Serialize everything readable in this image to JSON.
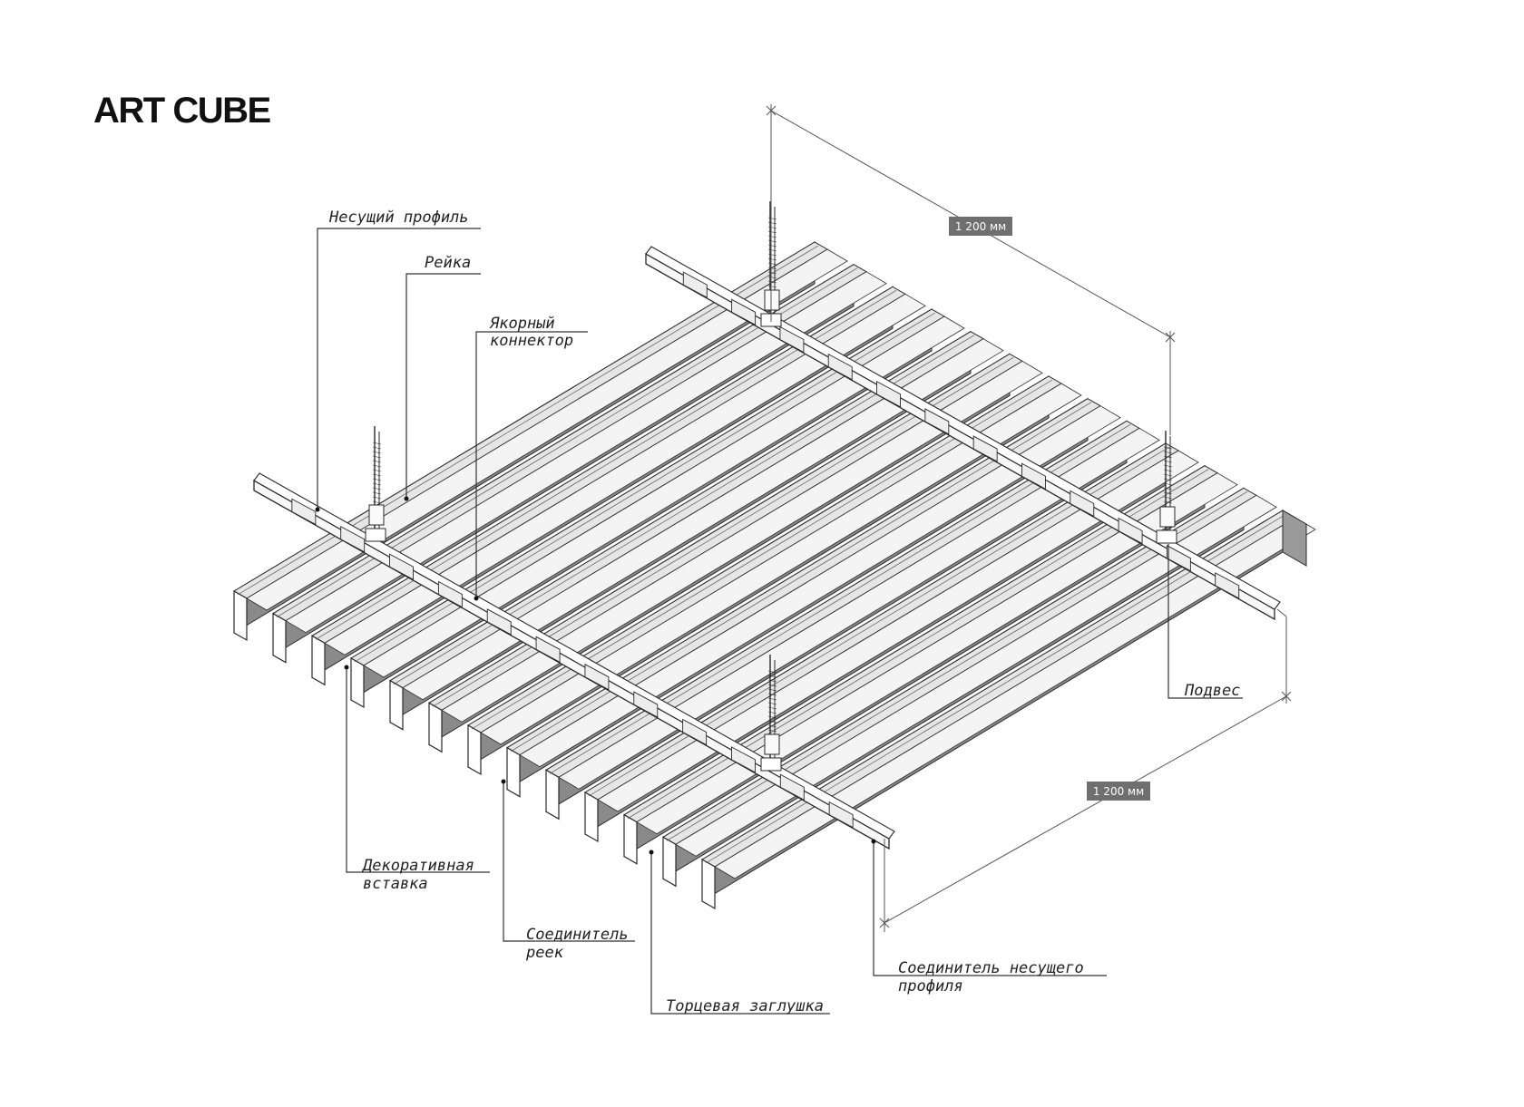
{
  "brand": "ART CUBE",
  "dimensions": {
    "top": "1 200 мм",
    "bottom": "1 200 мм"
  },
  "callouts": {
    "carrier_profile": "Несущий профиль",
    "slat": "Рейка",
    "anchor_connector": [
      "Якорный",
      "коннектор"
    ],
    "decorative_insert": [
      "Декоративная",
      "вставка"
    ],
    "slat_connector": [
      "Соединитель",
      "реек"
    ],
    "end_cap": "Торцевая заглушка",
    "carrier_connector": [
      "Соединитель несущего",
      "профиля"
    ],
    "hanger": "Подвес"
  },
  "colors": {
    "line": "#2a2a2a",
    "slat_face": "#e6e6e6",
    "slat_side": "#8a8a8a",
    "dim_badge": "#6f6f6f"
  }
}
